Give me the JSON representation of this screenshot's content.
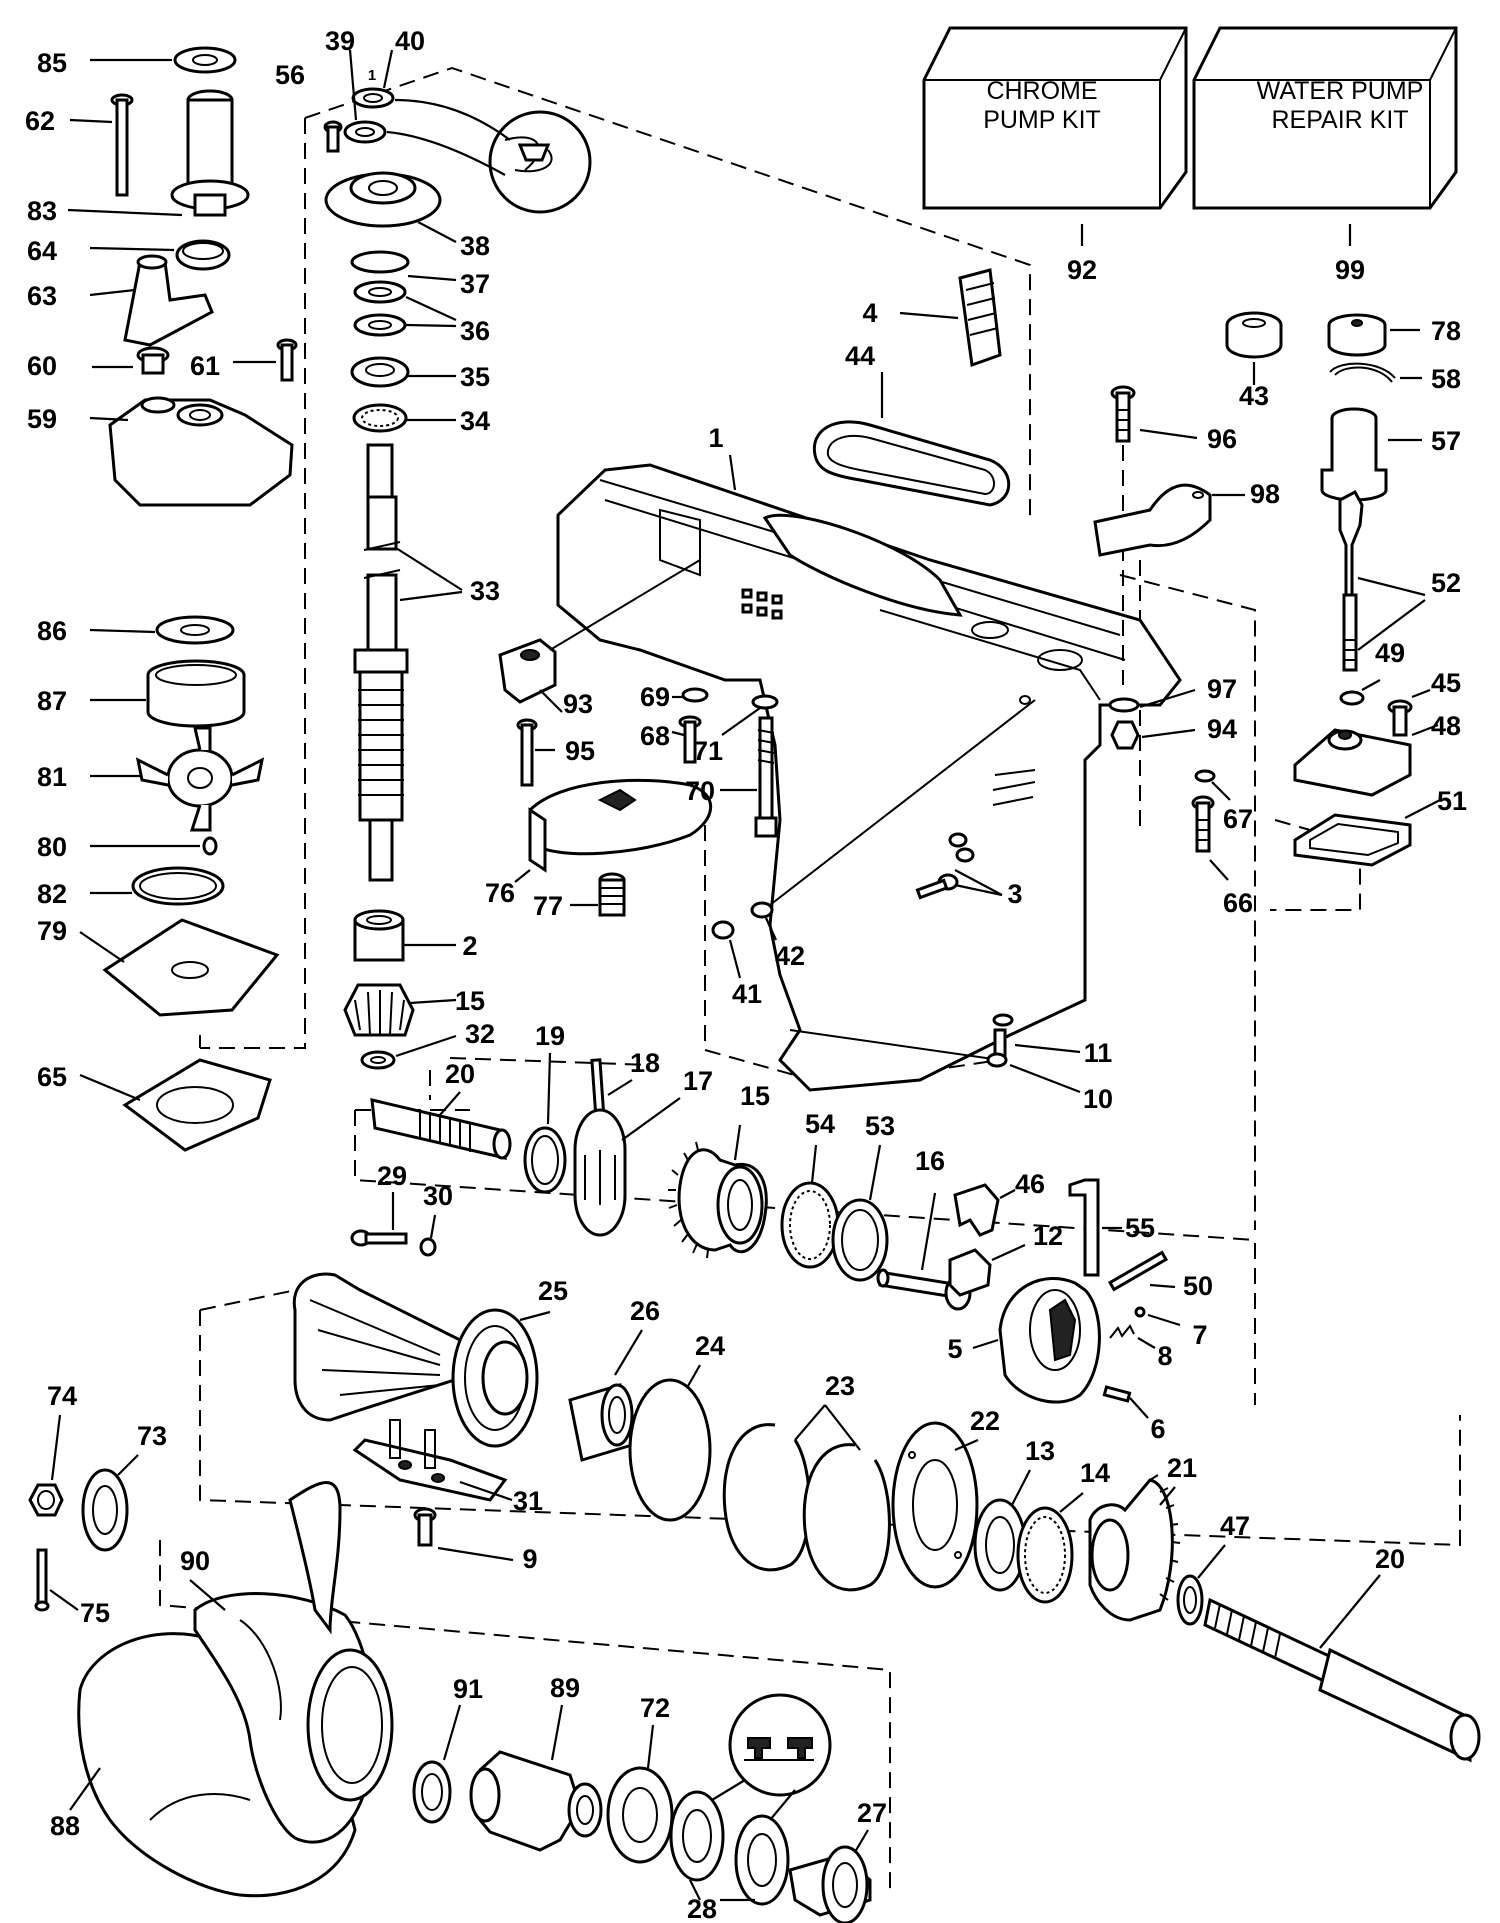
{
  "kits": [
    {
      "id": "kit-chrome",
      "lines": [
        "CHROME",
        "PUMP KIT"
      ],
      "number": "92"
    },
    {
      "id": "kit-water",
      "lines": [
        "WATER PUMP",
        "REPAIR KIT"
      ],
      "number": "99"
    }
  ],
  "callouts": {
    "85": "85",
    "62": "62",
    "83": "83",
    "64": "64",
    "63": "63",
    "60": "60",
    "61": "61",
    "59": "59",
    "56": "56",
    "39": "39",
    "40": "40",
    "38": "38",
    "37": "37",
    "36": "36",
    "35": "35",
    "34": "34",
    "33": "33",
    "86": "86",
    "87": "87",
    "81": "81",
    "80": "80",
    "82": "82",
    "79": "79",
    "65": "65",
    "2": "2",
    "15a": "15",
    "32": "32",
    "20a": "20",
    "19": "19",
    "18": "18",
    "17": "17",
    "1": "1",
    "4": "4",
    "44": "44",
    "93": "93",
    "95": "95",
    "69": "69",
    "68": "68",
    "71": "71",
    "70": "70",
    "76": "76",
    "77": "77",
    "3": "3",
    "41": "41",
    "42": "42",
    "11": "11",
    "10": "10",
    "43": "43",
    "78": "78",
    "58": "58",
    "57": "57",
    "96": "96",
    "98": "98",
    "52": "52",
    "49": "49",
    "45": "45",
    "97": "97",
    "94": "94",
    "48": "48",
    "67": "67",
    "51": "51",
    "66": "66",
    "15b": "15",
    "54": "54",
    "53": "53",
    "16": "16",
    "46": "46",
    "55": "55",
    "12": "12",
    "50": "50",
    "7": "7",
    "8": "8",
    "5": "5",
    "6": "6",
    "29": "29",
    "30": "30",
    "25": "25",
    "26": "26",
    "24": "24",
    "23": "23",
    "22": "22",
    "13": "13",
    "14": "14",
    "21": "21",
    "47": "47",
    "20b": "20",
    "74": "74",
    "73": "73",
    "75": "75",
    "90": "90",
    "31": "31",
    "9": "9",
    "88": "88",
    "91": "91",
    "89": "89",
    "72": "72",
    "28": "28",
    "27": "27",
    "1s": "1"
  }
}
